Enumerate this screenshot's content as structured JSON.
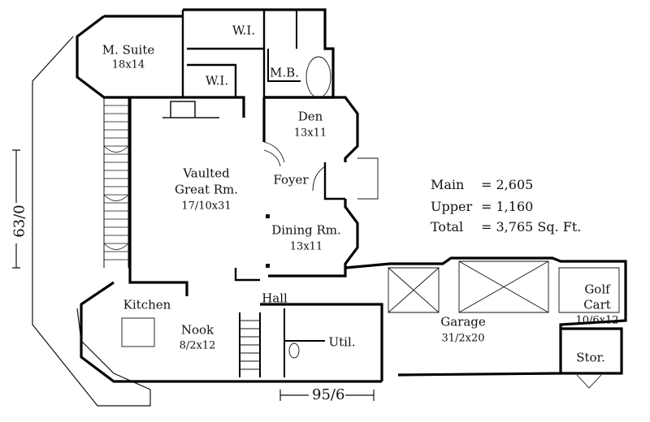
{
  "rooms": {
    "master_suite": {
      "name": "M. Suite",
      "size": "18x14"
    },
    "walk_in_1": {
      "name": "W.I."
    },
    "walk_in_2": {
      "name": "W.I."
    },
    "master_bath": {
      "name": "M.B."
    },
    "den": {
      "name": "Den",
      "size": "13x11"
    },
    "foyer": {
      "name": "Foyer"
    },
    "great_room": {
      "line1": "Vaulted",
      "line2": "Great Rm.",
      "size": "17/10x31"
    },
    "dining": {
      "name": "Dining Rm.",
      "size": "13x11"
    },
    "kitchen": {
      "name": "Kitchen"
    },
    "nook": {
      "name": "Nook",
      "size": "8/2x12"
    },
    "hall": {
      "name": "Hall"
    },
    "utility": {
      "name": "Util."
    },
    "garage": {
      "name": "Garage",
      "size": "31/2x20"
    },
    "golf_cart": {
      "line1": "Golf",
      "line2": "Cart",
      "size": "10/6x12"
    },
    "storage": {
      "name": "Stor."
    }
  },
  "areas": {
    "main_label": "Main",
    "main_value": "= 2,605",
    "upper_label": "Upper",
    "upper_value": "= 1,160",
    "total_label": "Total",
    "total_value": "= 3,765 Sq. Ft."
  },
  "dimensions": {
    "depth": "63/0",
    "width": "95/6"
  }
}
